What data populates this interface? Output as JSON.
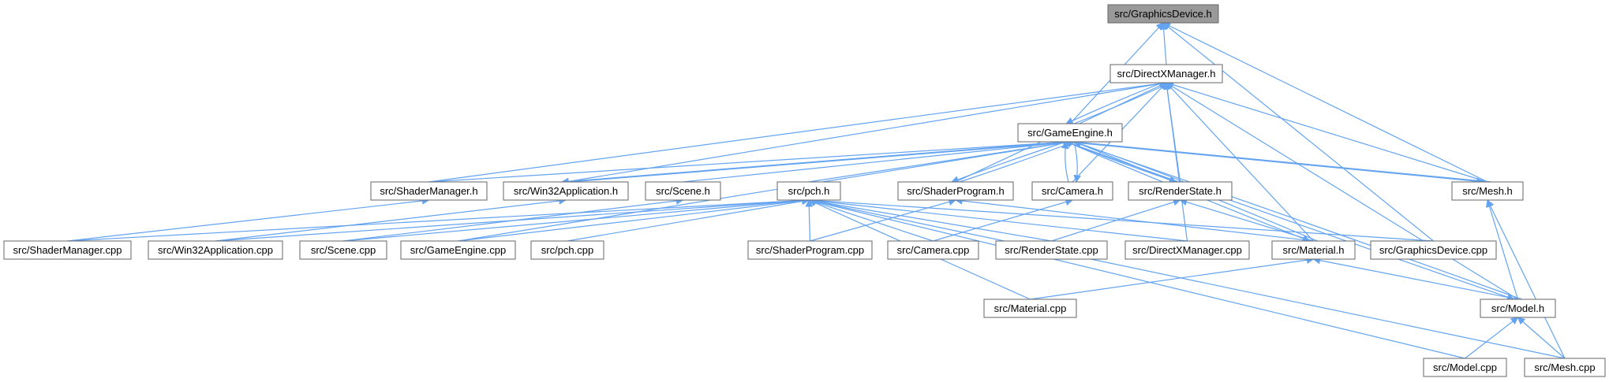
{
  "diagram": {
    "type": "include-dependency-graph",
    "colors": {
      "edge": "#63a3f0",
      "node_border": "#666666",
      "focus_fill": "#999999",
      "node_fill": "#ffffff"
    },
    "nodes": [
      {
        "id": "graphicsdevice_h",
        "label": "src/GraphicsDevice.h",
        "focus": true
      },
      {
        "id": "directxmanager_h",
        "label": "src/DirectXManager.h"
      },
      {
        "id": "gameengine_h",
        "label": "src/GameEngine.h"
      },
      {
        "id": "shadermanager_h",
        "label": "src/ShaderManager.h"
      },
      {
        "id": "win32application_h",
        "label": "src/Win32Application.h"
      },
      {
        "id": "scene_h",
        "label": "src/Scene.h"
      },
      {
        "id": "pch_h",
        "label": "src/pch.h"
      },
      {
        "id": "shaderprogram_h",
        "label": "src/ShaderProgram.h"
      },
      {
        "id": "camera_h",
        "label": "src/Camera.h"
      },
      {
        "id": "renderstate_h",
        "label": "src/RenderState.h"
      },
      {
        "id": "mesh_h",
        "label": "src/Mesh.h"
      },
      {
        "id": "shadermanager_cpp",
        "label": "src/ShaderManager.cpp"
      },
      {
        "id": "win32application_cpp",
        "label": "src/Win32Application.cpp"
      },
      {
        "id": "scene_cpp",
        "label": "src/Scene.cpp"
      },
      {
        "id": "gameengine_cpp",
        "label": "src/GameEngine.cpp"
      },
      {
        "id": "pch_cpp",
        "label": "src/pch.cpp"
      },
      {
        "id": "shaderprogram_cpp",
        "label": "src/ShaderProgram.cpp"
      },
      {
        "id": "camera_cpp",
        "label": "src/Camera.cpp"
      },
      {
        "id": "renderstate_cpp",
        "label": "src/RenderState.cpp"
      },
      {
        "id": "directxmanager_cpp",
        "label": "src/DirectXManager.cpp"
      },
      {
        "id": "material_h",
        "label": "src/Material.h"
      },
      {
        "id": "graphicsdevice_cpp",
        "label": "src/GraphicsDevice.cpp"
      },
      {
        "id": "material_cpp",
        "label": "src/Material.cpp"
      },
      {
        "id": "model_h",
        "label": "src/Model.h"
      },
      {
        "id": "model_cpp",
        "label": "src/Model.cpp"
      },
      {
        "id": "mesh_cpp",
        "label": "src/Mesh.cpp"
      }
    ],
    "edges": [
      [
        "directxmanager_h",
        "graphicsdevice_h"
      ],
      [
        "gameengine_h",
        "graphicsdevice_h"
      ],
      [
        "mesh_h",
        "graphicsdevice_h"
      ],
      [
        "graphicsdevice_cpp",
        "graphicsdevice_h"
      ],
      [
        "gameengine_h",
        "directxmanager_h"
      ],
      [
        "directxmanager_h",
        "gameengine_h"
      ],
      [
        "shadermanager_h",
        "directxmanager_h"
      ],
      [
        "win32application_h",
        "directxmanager_h"
      ],
      [
        "shaderprogram_h",
        "directxmanager_h"
      ],
      [
        "camera_h",
        "directxmanager_h"
      ],
      [
        "renderstate_h",
        "directxmanager_h"
      ],
      [
        "mesh_h",
        "directxmanager_h"
      ],
      [
        "material_h",
        "directxmanager_h"
      ],
      [
        "model_h",
        "directxmanager_h"
      ],
      [
        "directxmanager_cpp",
        "directxmanager_h"
      ],
      [
        "shadermanager_h",
        "gameengine_h"
      ],
      [
        "win32application_h",
        "gameengine_h"
      ],
      [
        "gameengine_h",
        "win32application_h"
      ],
      [
        "scene_h",
        "gameengine_h"
      ],
      [
        "pch_h",
        "gameengine_h"
      ],
      [
        "shaderprogram_h",
        "gameengine_h"
      ],
      [
        "gameengine_h",
        "shaderprogram_h"
      ],
      [
        "camera_h",
        "gameengine_h"
      ],
      [
        "gameengine_h",
        "camera_h"
      ],
      [
        "renderstate_h",
        "gameengine_h"
      ],
      [
        "gameengine_h",
        "renderstate_h"
      ],
      [
        "mesh_h",
        "gameengine_h"
      ],
      [
        "gameengine_h",
        "mesh_h"
      ],
      [
        "material_h",
        "gameengine_h"
      ],
      [
        "gameengine_h",
        "material_h"
      ],
      [
        "model_h",
        "gameengine_h"
      ],
      [
        "gameengine_h",
        "model_h"
      ],
      [
        "gameengine_cpp",
        "gameengine_h"
      ],
      [
        "shadermanager_cpp",
        "shadermanager_h"
      ],
      [
        "win32application_cpp",
        "win32application_h"
      ],
      [
        "scene_cpp",
        "scene_h"
      ],
      [
        "shadermanager_cpp",
        "pch_h"
      ],
      [
        "win32application_cpp",
        "pch_h"
      ],
      [
        "scene_cpp",
        "pch_h"
      ],
      [
        "gameengine_cpp",
        "pch_h"
      ],
      [
        "pch_cpp",
        "pch_h"
      ],
      [
        "shaderprogram_cpp",
        "pch_h"
      ],
      [
        "camera_cpp",
        "pch_h"
      ],
      [
        "renderstate_cpp",
        "pch_h"
      ],
      [
        "directxmanager_cpp",
        "pch_h"
      ],
      [
        "graphicsdevice_cpp",
        "pch_h"
      ],
      [
        "material_cpp",
        "pch_h"
      ],
      [
        "model_cpp",
        "pch_h"
      ],
      [
        "mesh_cpp",
        "pch_h"
      ],
      [
        "shaderprogram_cpp",
        "shaderprogram_h"
      ],
      [
        "camera_cpp",
        "camera_h"
      ],
      [
        "renderstate_cpp",
        "renderstate_h"
      ],
      [
        "material_h",
        "renderstate_h"
      ],
      [
        "material_h",
        "shaderprogram_h"
      ],
      [
        "material_cpp",
        "material_h"
      ],
      [
        "model_h",
        "material_h"
      ],
      [
        "model_h",
        "mesh_h"
      ],
      [
        "model_cpp",
        "model_h"
      ],
      [
        "mesh_cpp",
        "model_h"
      ],
      [
        "mesh_cpp",
        "mesh_h"
      ]
    ]
  }
}
